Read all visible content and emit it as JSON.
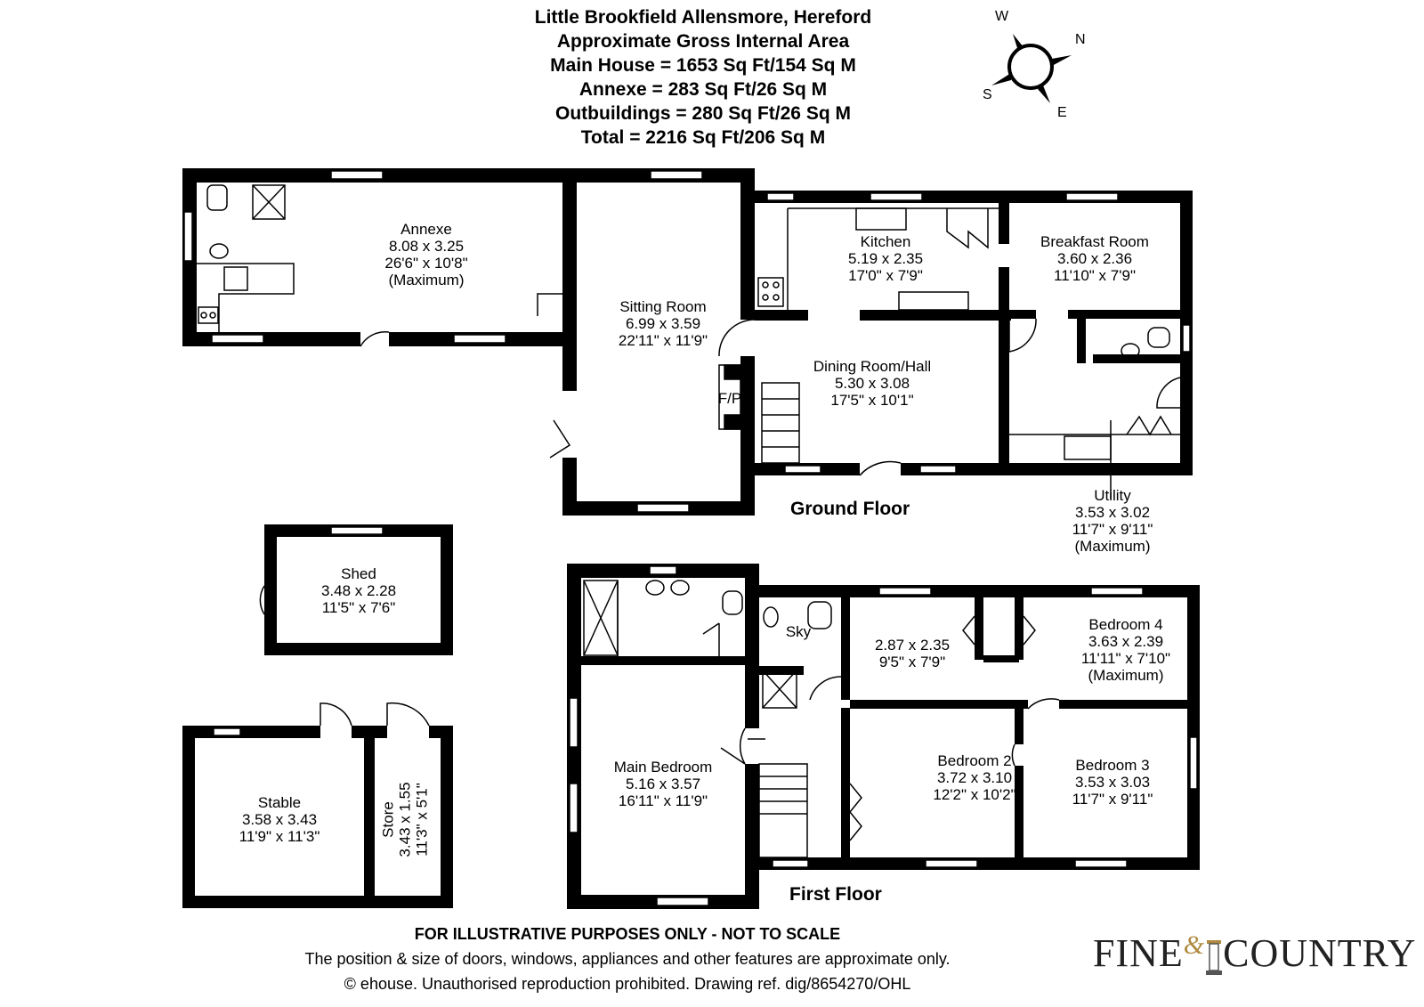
{
  "header": {
    "title": "Little Brookfield Allensmore, Hereford",
    "subtitle": "Approximate Gross Internal Area",
    "areas": [
      "Main House = 1653 Sq Ft/154 Sq M",
      "Annexe = 283 Sq Ft/26 Sq M",
      "Outbuildings = 280 Sq Ft/26 Sq M",
      "Total = 2216 Sq Ft/206 Sq M"
    ]
  },
  "compass": {
    "w": "W",
    "n": "N",
    "s": "S",
    "e": "E"
  },
  "floors": {
    "ground": "Ground Floor",
    "first": "First Floor"
  },
  "rooms": {
    "annexe": {
      "name": "Annexe",
      "metric": "8.08 x 3.25",
      "imperial": "26'6\" x 10'8\"",
      "note": "(Maximum)"
    },
    "sitting": {
      "name": "Sitting Room",
      "metric": "6.99 x 3.59",
      "imperial": "22'11\" x 11'9\""
    },
    "kitchen": {
      "name": "Kitchen",
      "metric": "5.19 x 2.35",
      "imperial": "17'0\" x 7'9\""
    },
    "breakfast": {
      "name": "Breakfast Room",
      "metric": "3.60 x 2.36",
      "imperial": "11'10\" x 7'9\""
    },
    "dining": {
      "name": "Dining Room/Hall",
      "metric": "5.30 x 3.08",
      "imperial": "17'5\" x 10'1\""
    },
    "fp": "F/P",
    "utility": {
      "name": "Utility",
      "metric": "3.53 x 3.02",
      "imperial": "11'7\" x 9'11\"",
      "note": "(Maximum)"
    },
    "shed": {
      "name": "Shed",
      "metric": "3.48 x 2.28",
      "imperial": "11'5\" x 7'6\""
    },
    "stable": {
      "name": "Stable",
      "metric": "3.58 x 3.43",
      "imperial": "11'9\" x 11'3\""
    },
    "store": {
      "name": "Store",
      "metric": "3.43 x 1.55",
      "imperial": "11'3\" x 5'1\""
    },
    "sky": "Sky",
    "bed5": {
      "metric": "2.87 x 2.35",
      "imperial": "9'5\" x 7'9\""
    },
    "bed4": {
      "name": "Bedroom 4",
      "metric": "3.63 x 2.39",
      "imperial": "11'11\" x 7'10\"",
      "note": "(Maximum)"
    },
    "main": {
      "name": "Main Bedroom",
      "metric": "5.16 x 3.57",
      "imperial": "16'11\" x 11'9\""
    },
    "bed2": {
      "name": "Bedroom 2",
      "metric": "3.72 x 3.10",
      "imperial": "12'2\" x 10'2\""
    },
    "bed3": {
      "name": "Bedroom 3",
      "metric": "3.53 x 3.03",
      "imperial": "11'7\" x 9'11\""
    }
  },
  "disclaimer": {
    "line1": "FOR ILLUSTRATIVE PURPOSES ONLY - NOT TO SCALE",
    "line2": "The position & size of doors, windows, appliances and other features are approximate only.",
    "line3": "© ehouse. Unauthorised reproduction prohibited. Drawing ref. dig/8654270/OHL"
  },
  "logo": {
    "fine": "FINE",
    "amp": "&",
    "country": "COUNTRY"
  }
}
